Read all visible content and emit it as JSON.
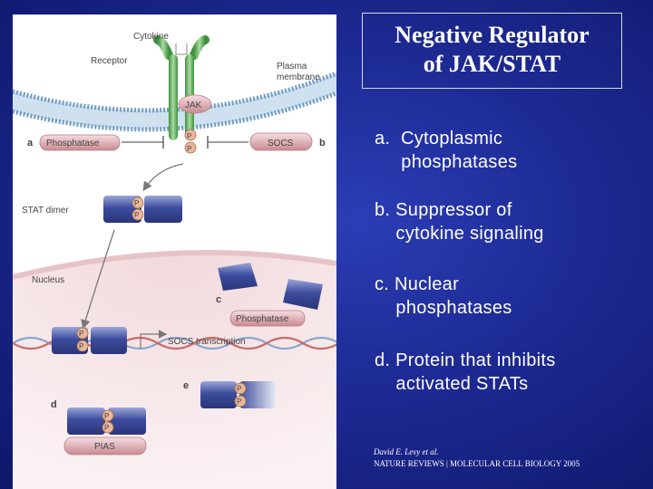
{
  "title": {
    "line1": "Negative Regulator",
    "line2": "of JAK/STAT"
  },
  "items": [
    {
      "line1": "a.  Cytoplasmic",
      "line2": "     phosphatases"
    },
    {
      "line1": "b. Suppressor of",
      "line2": "    cytokine signaling"
    },
    {
      "line1": "c. Nuclear",
      "line2": "    phosphatases"
    },
    {
      "line1": "d. Protein that inhibits",
      "line2": "    activated STATs"
    }
  ],
  "citation": {
    "authors": "David E. Levy et al.",
    "source": "NATURE REVIEWS | MOLECULAR CELL BIOLOGY 2005"
  },
  "figure": {
    "labels": {
      "cytokine": "Cytokine",
      "receptor": "Receptor",
      "plasma_membrane_1": "Plasma",
      "plasma_membrane_2": "membrane",
      "jak": "JAK",
      "phosphatase_a": "Phosphatase",
      "socs": "SOCS",
      "stat_dimer": "STAT dimer",
      "nucleus": "Nucleus",
      "phosphatase_c": "Phosphatase",
      "socs_transcription": "SOCS transcription",
      "pias": "PIAS",
      "p": "P",
      "letter_a": "a",
      "letter_b": "b",
      "letter_c": "c",
      "letter_d": "d",
      "letter_e": "e"
    },
    "colors": {
      "stat_blue": "#3a4a9c",
      "receptor_green": "#5aaa5a",
      "pink": "#d9a6ab",
      "p_circle": "#e8b89a",
      "membrane_blue": "#7aa6c9",
      "nucleus_pink": "#f3e0e2"
    }
  }
}
